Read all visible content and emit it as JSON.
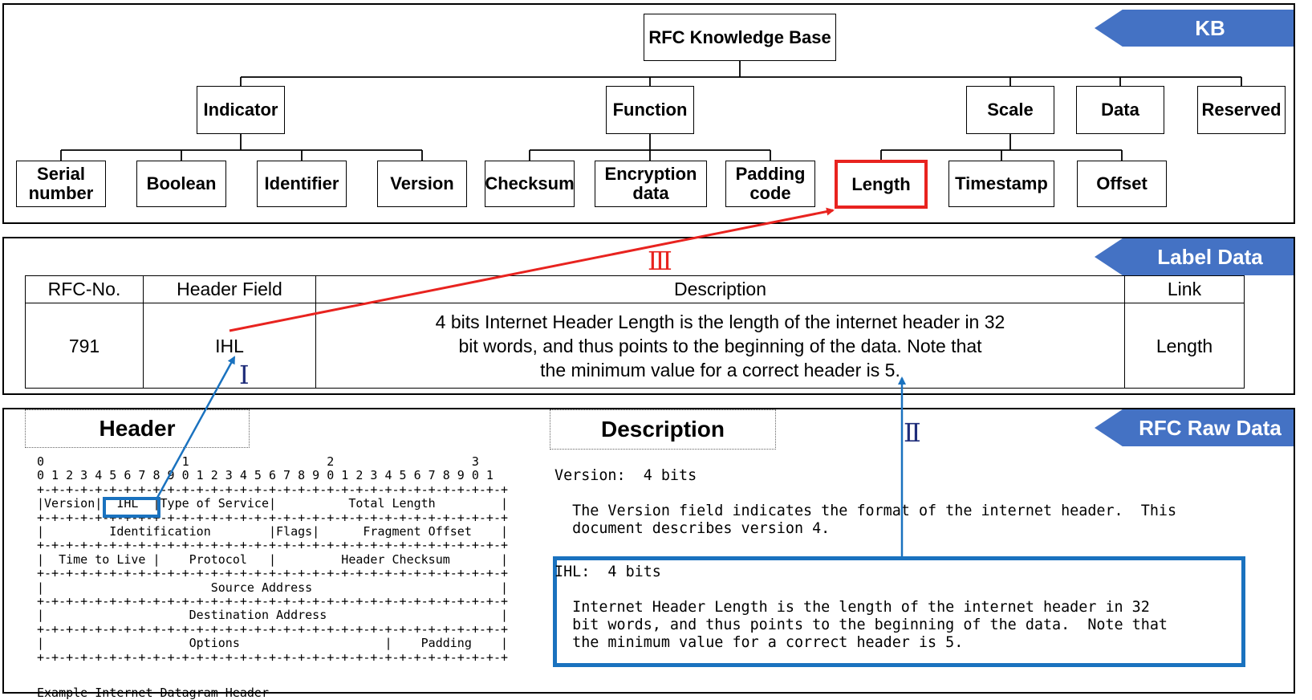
{
  "kb": {
    "tag": "KB",
    "root": "RFC Knowledge Base",
    "categories": [
      "Indicator",
      "Function",
      "Scale",
      "Data",
      "Reserved"
    ],
    "leaves": [
      "Serial number",
      "Boolean",
      "Identifier",
      "Version",
      "Checksum",
      "Encryption data",
      "Padding code",
      "Length",
      "Timestamp",
      "Offset"
    ]
  },
  "label_data": {
    "tag": "Label Data",
    "columns": [
      "RFC-No.",
      "Header Field",
      "Description",
      "Link"
    ],
    "row": {
      "rfc_no": "791",
      "header_field": "IHL",
      "description_lines": [
        "4 bits Internet Header Length is the length of the internet header in 32",
        "bit words, and thus points to the beginning of the data.  Note that",
        "the minimum value for a correct header is 5."
      ],
      "link": "Length"
    }
  },
  "raw_data": {
    "tag": "RFC Raw Data",
    "header_title": "Header",
    "description_title": "Description",
    "header_lines": [
      "0                   1                   2                   3",
      "0 1 2 3 4 5 6 7 8 9 0 1 2 3 4 5 6 7 8 9 0 1 2 3 4 5 6 7 8 9 0 1",
      "+-+-+-+-+-+-+-+-+-+-+-+-+-+-+-+-+-+-+-+-+-+-+-+-+-+-+-+-+-+-+-+-+",
      "|Version|  IHL  |Type of Service|          Total Length         |",
      "+-+-+-+-+-+-+-+-+-+-+-+-+-+-+-+-+-+-+-+-+-+-+-+-+-+-+-+-+-+-+-+-+",
      "|         Identification        |Flags|      Fragment Offset    |",
      "+-+-+-+-+-+-+-+-+-+-+-+-+-+-+-+-+-+-+-+-+-+-+-+-+-+-+-+-+-+-+-+-+",
      "|  Time to Live |    Protocol   |         Header Checksum       |",
      "+-+-+-+-+-+-+-+-+-+-+-+-+-+-+-+-+-+-+-+-+-+-+-+-+-+-+-+-+-+-+-+-+",
      "|                       Source Address                          |",
      "+-+-+-+-+-+-+-+-+-+-+-+-+-+-+-+-+-+-+-+-+-+-+-+-+-+-+-+-+-+-+-+-+",
      "|                    Destination Address                        |",
      "+-+-+-+-+-+-+-+-+-+-+-+-+-+-+-+-+-+-+-+-+-+-+-+-+-+-+-+-+-+-+-+-+",
      "|                    Options                    |    Padding    |",
      "+-+-+-+-+-+-+-+-+-+-+-+-+-+-+-+-+-+-+-+-+-+-+-+-+-+-+-+-+-+-+-+-+"
    ],
    "header_caption": "Example Internet Datagram Header",
    "version_lines": [
      "Version:  4 bits",
      "",
      "  The Version field indicates the format of the internet header.  This",
      "  document describes version 4."
    ],
    "ihl_lines": [
      "IHL:  4 bits",
      "",
      "  Internet Header Length is the length of the internet header in 32",
      "  bit words, and thus points to the beginning of the data.  Note that",
      "  the minimum value for a correct header is 5."
    ]
  },
  "steps": [
    "Ⅰ",
    "Ⅱ",
    "Ⅲ"
  ],
  "colors": {
    "tag_blue": "#4472c4",
    "highlight_red": "#e8231f",
    "link_blue": "#1a72bf",
    "step_navy": "#1f2d7a"
  }
}
